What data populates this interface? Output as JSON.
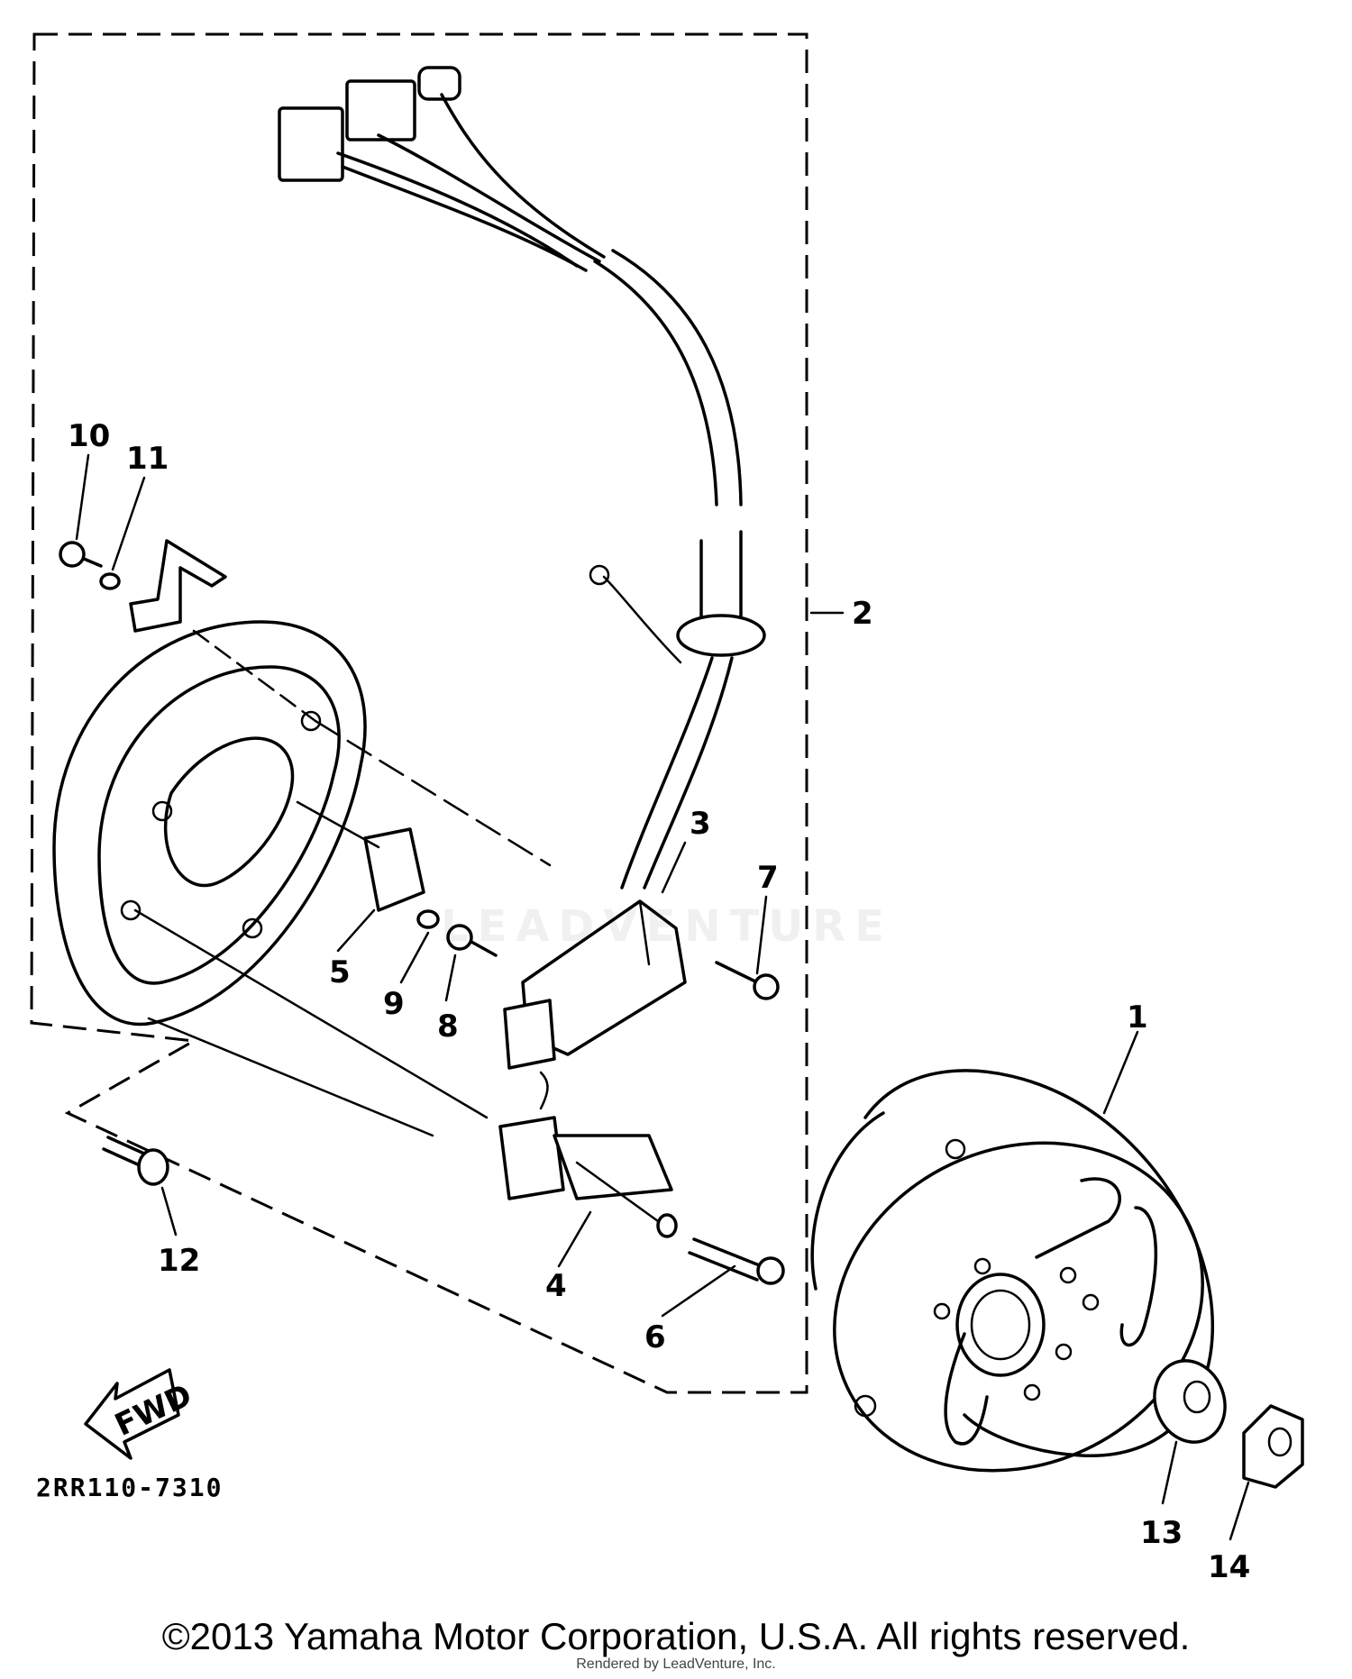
{
  "diagram": {
    "callouts": {
      "c1": "1",
      "c2": "2",
      "c3": "3",
      "c4": "4",
      "c5": "5",
      "c6": "6",
      "c7": "7",
      "c8": "8",
      "c9": "9",
      "c10": "10",
      "c11": "11",
      "c12": "12",
      "c13": "13",
      "c14": "14"
    },
    "fwd_label": "FWD",
    "diagram_code": "2RR110-7310",
    "watermark": "LEADVENTURE"
  },
  "footer": {
    "copyright": "©2013 Yamaha Motor Corporation, U.S.A. All rights reserved.",
    "rendered_by": "Rendered by LeadVenture, Inc."
  }
}
